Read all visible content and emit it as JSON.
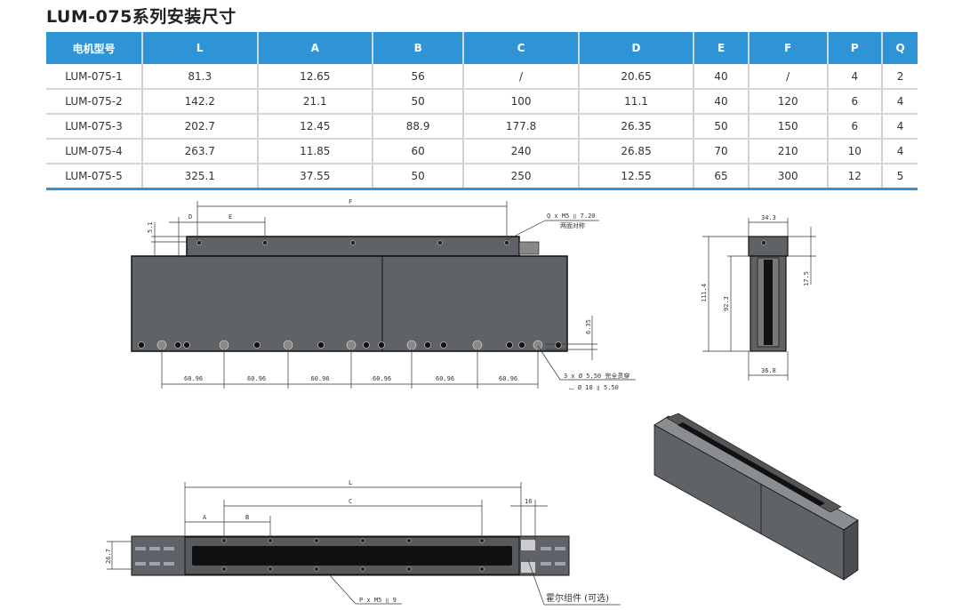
{
  "title": "LUM-075系列安装尺寸",
  "table": {
    "headers": [
      "电机型号",
      "L",
      "A",
      "B",
      "C",
      "D",
      "E",
      "F",
      "P",
      "Q"
    ],
    "rows": [
      [
        "LUM-075-1",
        "81.3",
        "12.65",
        "56",
        "/",
        "20.65",
        "40",
        "/",
        "4",
        "2"
      ],
      [
        "LUM-075-2",
        "142.2",
        "21.1",
        "50",
        "100",
        "11.1",
        "40",
        "120",
        "6",
        "4"
      ],
      [
        "LUM-075-3",
        "202.7",
        "12.45",
        "88.9",
        "177.8",
        "26.35",
        "50",
        "150",
        "6",
        "4"
      ],
      [
        "LUM-075-4",
        "263.7",
        "11.85",
        "60",
        "240",
        "26.85",
        "70",
        "210",
        "10",
        "4"
      ],
      [
        "LUM-075-5",
        "325.1",
        "37.55",
        "50",
        "250",
        "12.55",
        "65",
        "300",
        "12",
        "5"
      ]
    ]
  },
  "front_view": {
    "F": "F",
    "D": "D",
    "E": "E",
    "h51": "5.1",
    "q_note": "Q x M5 ⫫ 7.20",
    "q_note2": "两面对称",
    "h635": "6.35",
    "pitch": "60.96",
    "hole_note": "3 x Ø 5.50 完全贯穿",
    "hole_note2": "⌴ Ø 10 ⫫ 5.50"
  },
  "side_view": {
    "w1": "34.3",
    "h1": "111.4",
    "h2": "92.3",
    "h3": "17.5",
    "w2": "36.8"
  },
  "bottom_view": {
    "L": "L",
    "C": "C",
    "A": "A",
    "B": "B",
    "w16": "16",
    "h267": "26.7",
    "p_note": "P x M5 ⫫ 9",
    "hall_note": "霍尔组件 (可选)"
  },
  "colors": {
    "header": "#2e94d5",
    "body": "#5f6368"
  }
}
